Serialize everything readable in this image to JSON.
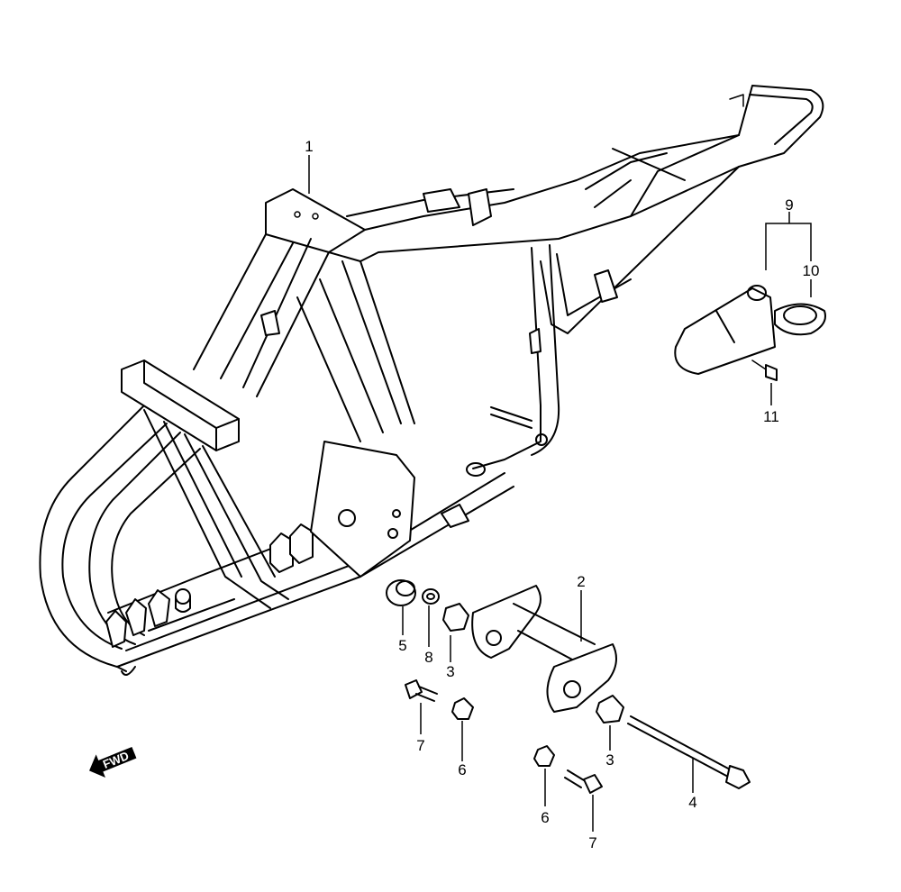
{
  "callouts": {
    "frame": "1",
    "engine_mount_bracket": "2",
    "nut_a": "3",
    "nut_b": "3",
    "long_bolt": "4",
    "bushing": "5",
    "nut_small_a": "6",
    "nut_small_b": "6",
    "bolt_a": "7",
    "bolt_b": "7",
    "washer": "8",
    "starter_group": "9",
    "starter_cover": "10",
    "starter_screw": "11"
  },
  "fwd_label": "FWD"
}
